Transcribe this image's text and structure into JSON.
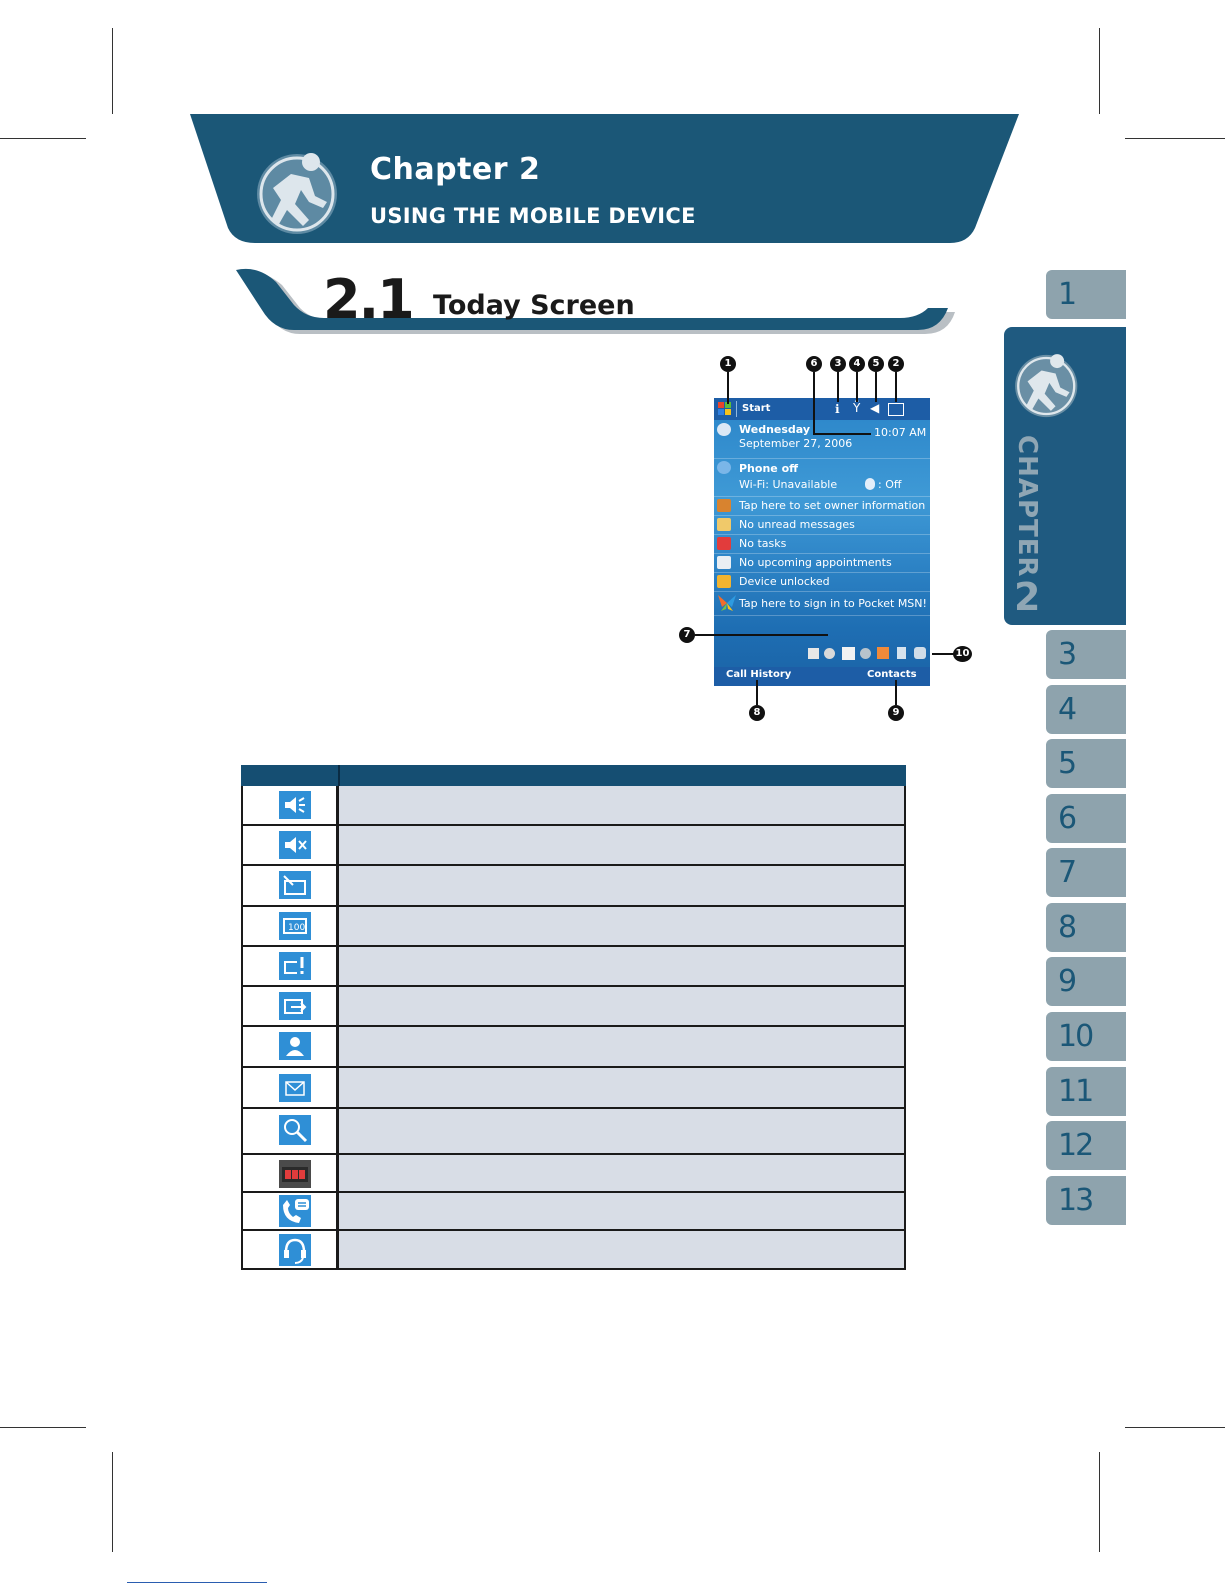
{
  "chapter": {
    "title": "Chapter 2",
    "subtitle": "USING THE MOBILE DEVICE"
  },
  "section": {
    "number": "2.1",
    "title": "Today Screen"
  },
  "side_tabs": [
    "1",
    "3",
    "4",
    "5",
    "6",
    "7",
    "8",
    "9",
    "10",
    "11",
    "12",
    "13"
  ],
  "active_tab": {
    "label": "CHAPTER",
    "number": "2"
  },
  "today_screen": {
    "start_label": "Start",
    "day": "Wednesday",
    "date": "September 27, 2006",
    "time": "10:07 AM",
    "phone": "Phone off",
    "wifi": "Wi-Fi: Unavailable",
    "bluetooth": ": Off",
    "items": [
      "Tap here to set owner information",
      "No unread messages",
      "No tasks",
      "No upcoming appointments",
      "Device unlocked",
      "Tap here to sign in to Pocket MSN!"
    ],
    "left_softkey": "Call History",
    "right_softkey": "Contacts"
  },
  "callouts": [
    "1",
    "6",
    "3",
    "4",
    "5",
    "2",
    "7",
    "10",
    "8",
    "9"
  ],
  "icon_table": {
    "icons": [
      "speaker-on-icon",
      "speaker-mute-icon",
      "battery-none-icon",
      "battery-full-icon",
      "battery-low-icon",
      "battery-charging-icon",
      "contact-icon",
      "message-icon",
      "search-icon",
      "cards-icon",
      "phone-message-icon",
      "headset-icon"
    ]
  },
  "colors": {
    "banner": "#1b5777",
    "tab_grey": "#8ea3ad",
    "table_header": "#154e72",
    "table_row": "#d8dde6",
    "icon_blue": "#2f8fd6"
  }
}
